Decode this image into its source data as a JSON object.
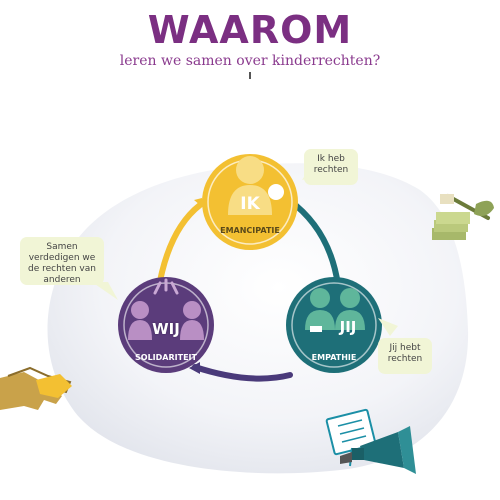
{
  "header": {
    "title": "WAAROM",
    "subtitle": "leren we samen over kinderrechten?"
  },
  "cycle": {
    "ik": {
      "short": "IK",
      "label": "EMANCIPATIE",
      "color": "#f3c032"
    },
    "jij": {
      "short": "JIJ",
      "label": "EMPATHIE",
      "color": "#1e6f78"
    },
    "wij": {
      "short": "WIJ",
      "label": "SOLIDARITEIT",
      "color": "#5b3c7b"
    }
  },
  "bubbles": {
    "ik": "Ik heb rechten",
    "jij": "Jij hebt rechten",
    "wij": "Samen verdedigen we de rechten van anderen"
  },
  "colors": {
    "title": "#7b2f82",
    "blob": "#eef0f5",
    "bubble": "#f1f5d6",
    "arrow_ik_jij": "#1e6f78",
    "arrow_jij_wij": "#4a3a7a",
    "arrow_wij_ik": "#f3c032"
  },
  "icons": [
    "handshake-icon",
    "money-shovel-icon",
    "megaphone-icon",
    "clipboard-icon"
  ]
}
